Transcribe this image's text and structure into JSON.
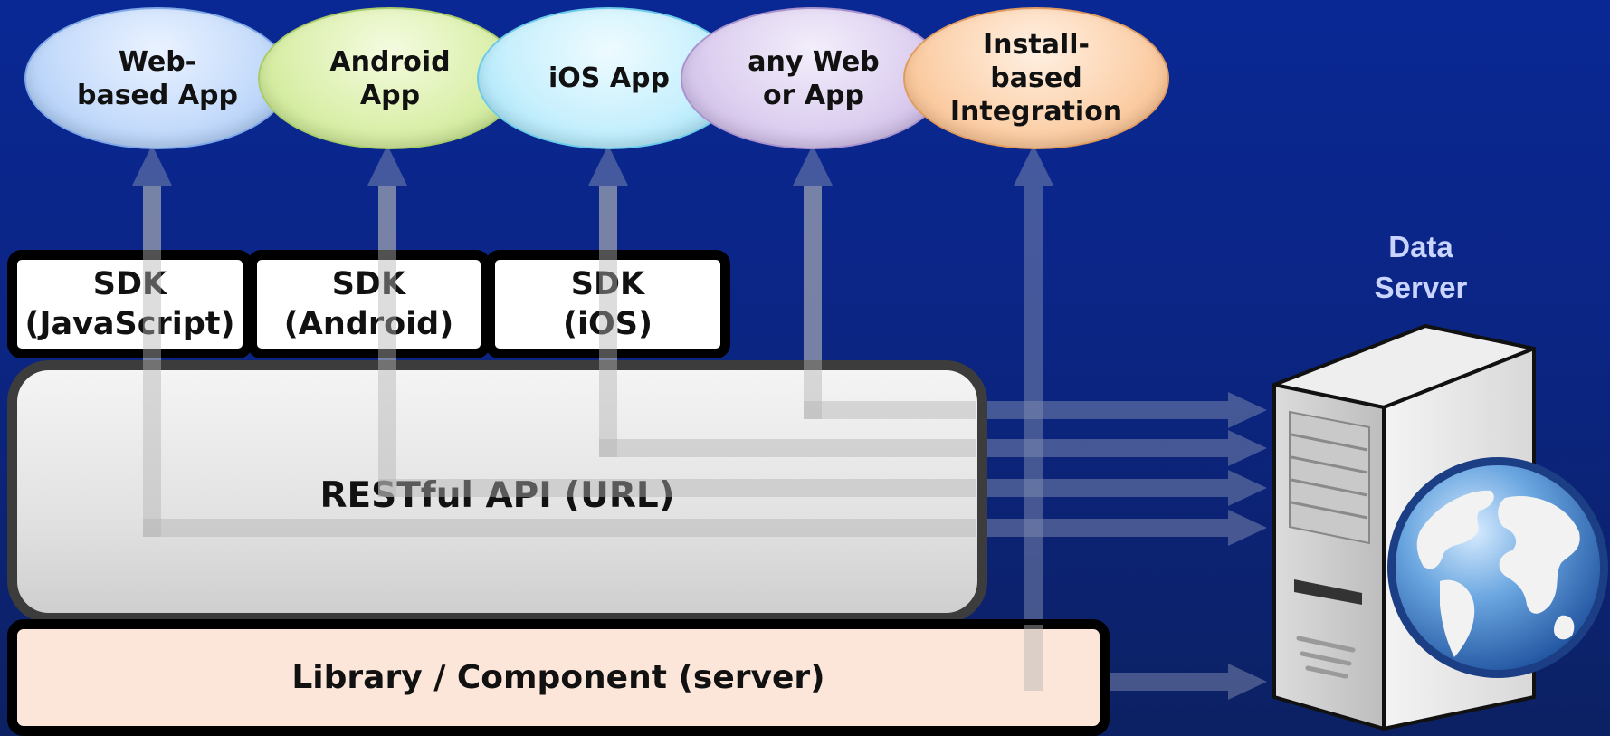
{
  "clients": [
    {
      "label": "Web-\nbased App",
      "color": "#c6dcfb"
    },
    {
      "label": "Android\nApp",
      "color": "#dcf0ad"
    },
    {
      "label": "iOS App",
      "color": "#c8f0fd"
    },
    {
      "label": "any Web\nor App",
      "color": "#ddd0f0"
    },
    {
      "label": "Install-\nbased\nIntegration",
      "color": "#fcd2ad"
    }
  ],
  "sdks": [
    {
      "label": "SDK\n(JavaScript)"
    },
    {
      "label": "SDK\n(Android)"
    },
    {
      "label": "SDK\n(iOS)"
    }
  ],
  "api": {
    "label": "RESTful API (URL)"
  },
  "library": {
    "label": "Library / Component (server)"
  },
  "server": {
    "label": "Data\nServer",
    "icon": "server-globe-icon"
  }
}
